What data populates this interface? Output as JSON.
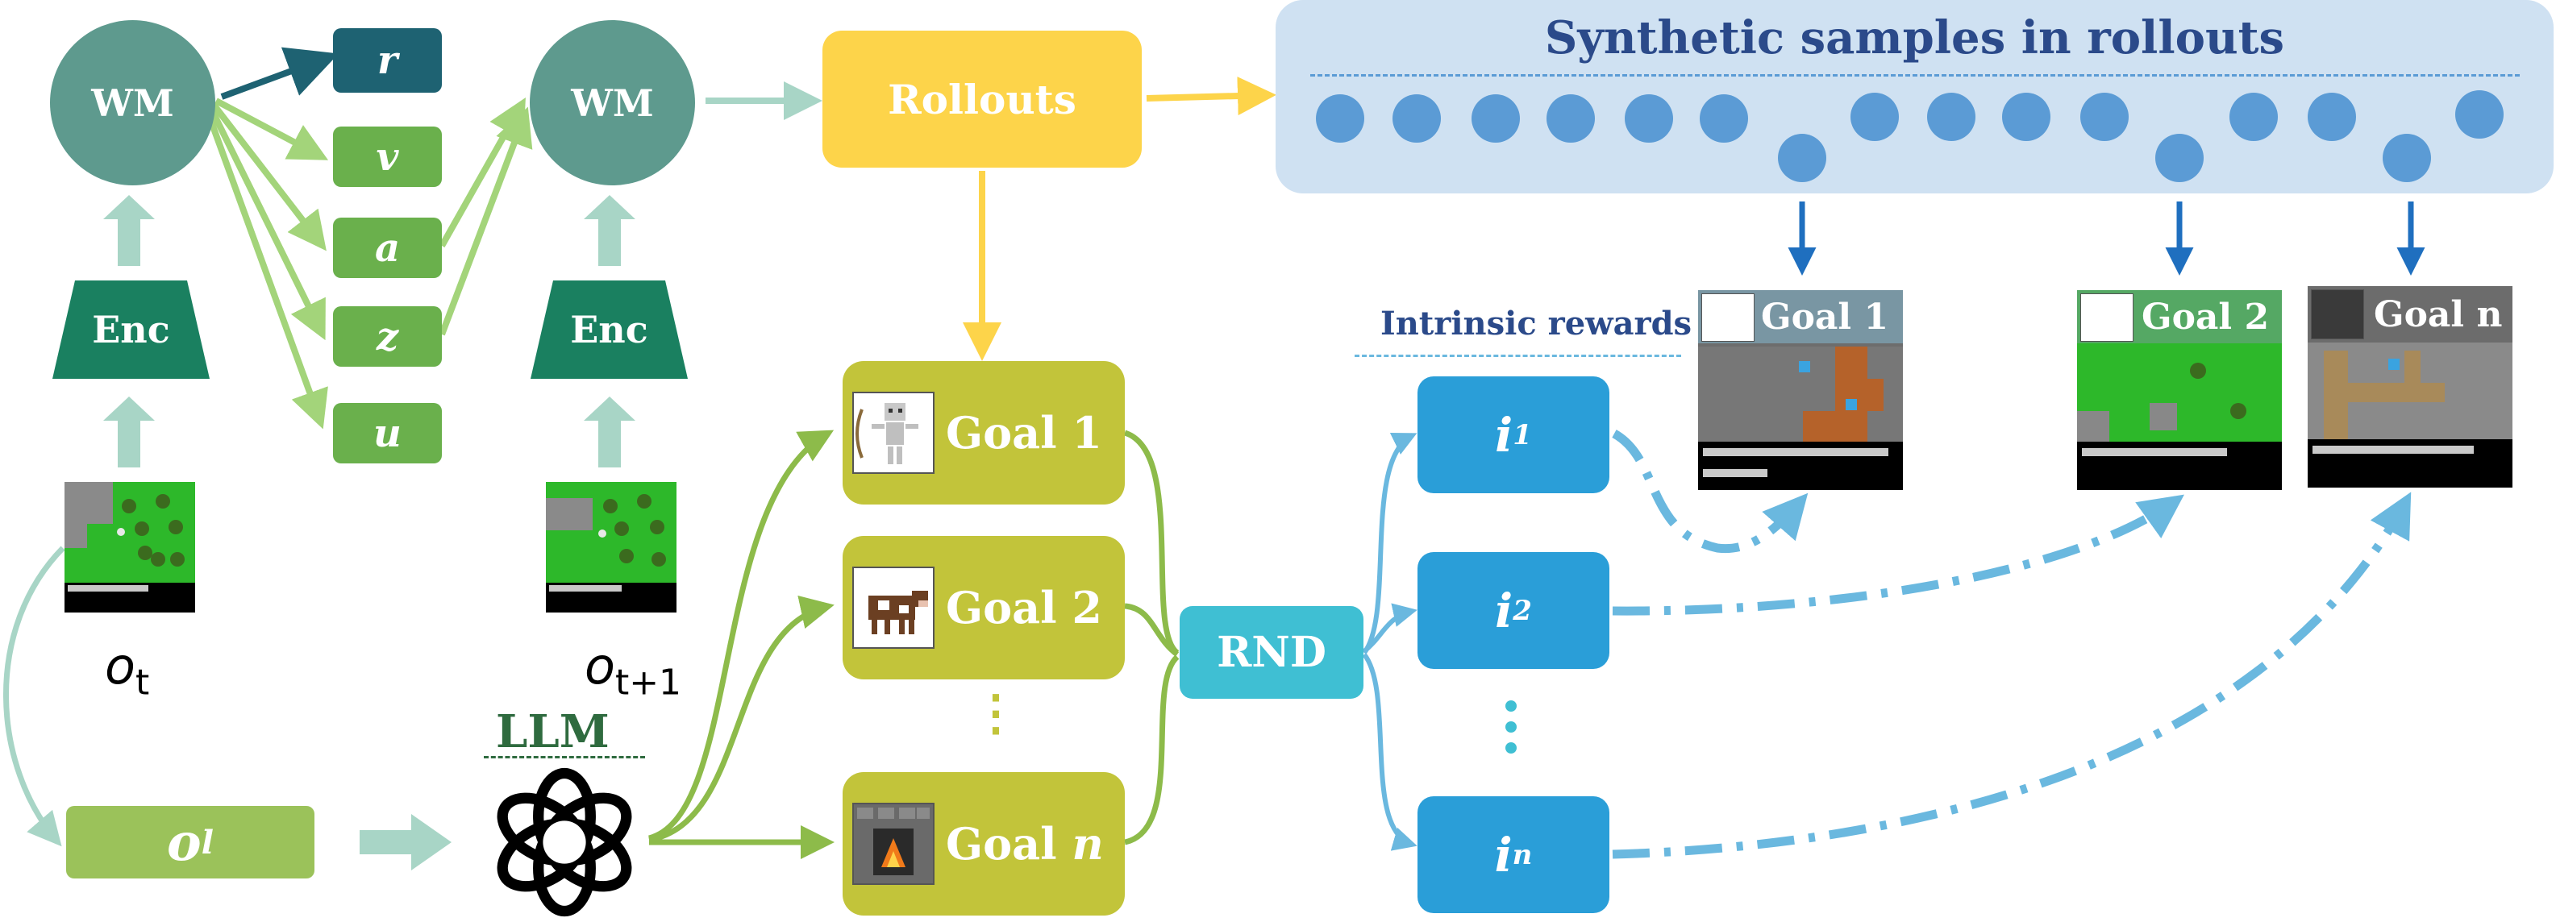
{
  "left": {
    "wm": "WM",
    "enc": "Enc",
    "obs_label_base": "o",
    "obs_label_sub": "t",
    "outputs": [
      {
        "label": "r"
      },
      {
        "label": "v"
      },
      {
        "label": "a"
      },
      {
        "label": "z"
      },
      {
        "label": "u"
      }
    ]
  },
  "middle": {
    "wm": "WM",
    "enc": "Enc",
    "obs_label_base": "o",
    "obs_label_sub": "t+1"
  },
  "ol": {
    "base": "o",
    "sub": "l"
  },
  "llm": "LLM",
  "rollouts": "Rollouts",
  "goals": [
    {
      "label": "Goal 1",
      "icon": "skeleton-icon"
    },
    {
      "label": "Goal 2",
      "icon": "cow-icon"
    },
    {
      "label": "Goal",
      "italic": "n",
      "icon": "furnace-icon"
    }
  ],
  "goal_ellipsis": "⋮",
  "rnd": "RND",
  "intrinsic_rewards": "Intrinsic rewards",
  "rewards": [
    {
      "base": "i",
      "sub": "1"
    },
    {
      "base": "i",
      "sub": "2"
    },
    {
      "base": "i",
      "sub": "n"
    }
  ],
  "synthetic": {
    "title": "Synthetic samples in rollouts",
    "selected_goals": [
      {
        "label": "Goal 1",
        "icon": "skeleton-icon"
      },
      {
        "label": "Goal 2",
        "icon": "cow-icon"
      },
      {
        "label": "Goal n",
        "icon": "furnace-icon"
      }
    ]
  },
  "colors": {
    "wm": "#5e9a8e",
    "enc": "#1a8060",
    "r": "#1e6272",
    "vazu": "#6ab04c",
    "ol": "#9bc25a",
    "rollouts": "#fdd44a",
    "goal": "#c2c43a",
    "rnd": "#3fbfd3",
    "reward": "#2a9ed8",
    "dots": "#5b9bd5",
    "panel": "#cfe1f2",
    "title": "#2b4a8a"
  }
}
